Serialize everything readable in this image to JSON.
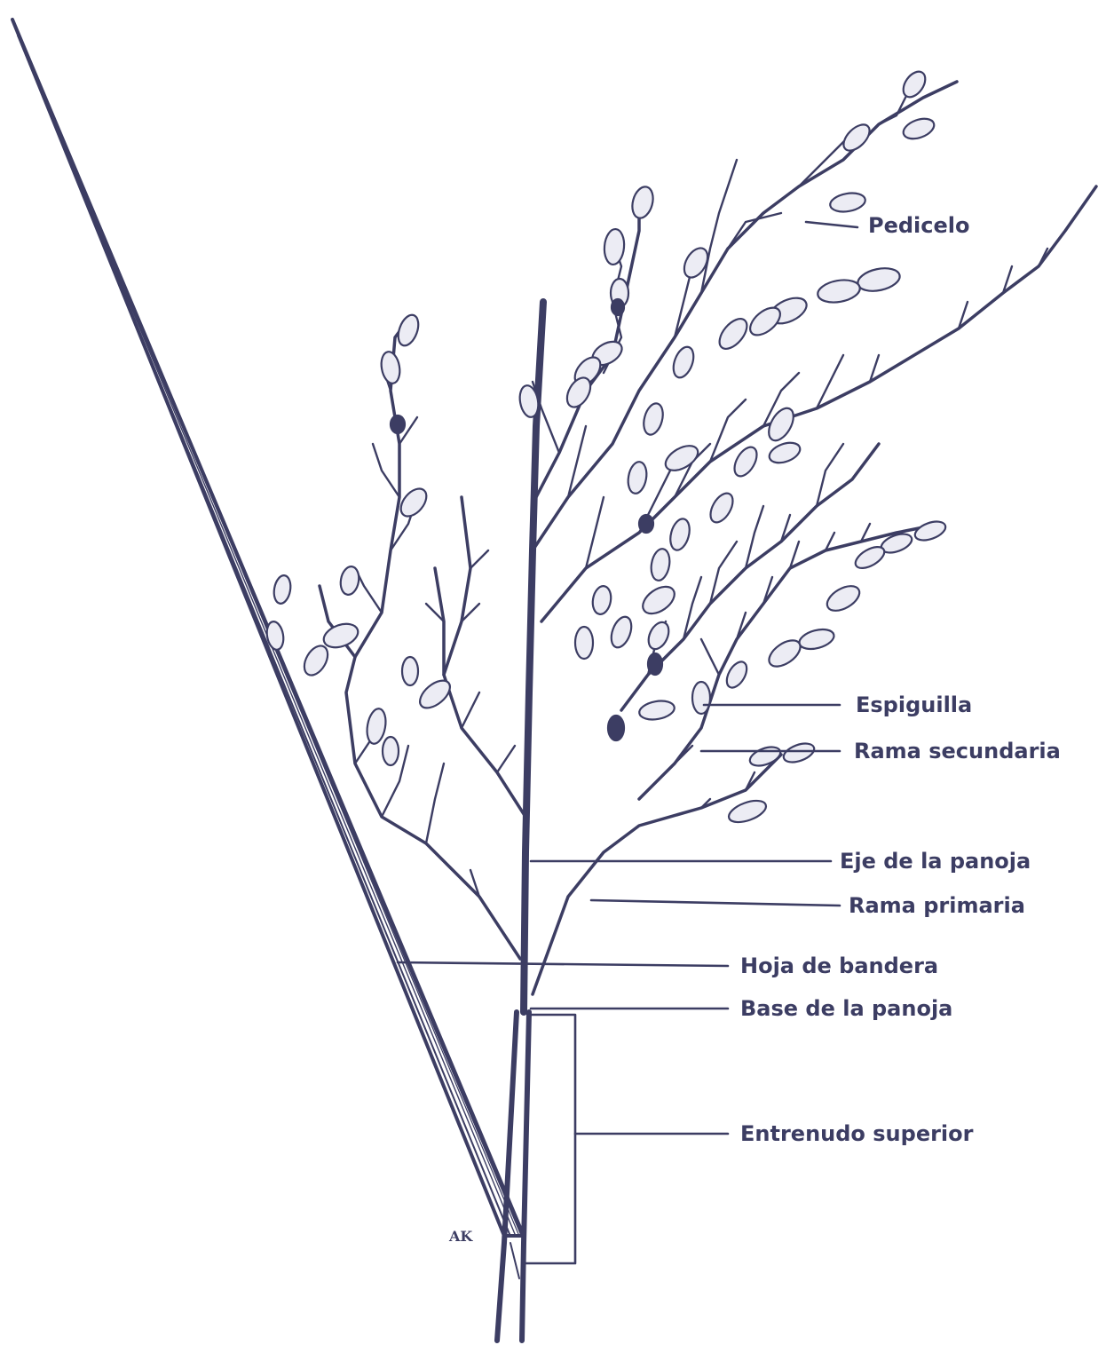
{
  "labels": {
    "pedicelo": "Pedicelo",
    "espiguilla": "Espiguilla",
    "rama_secundaria": "Rama secundaria",
    "eje_panoja": "Eje de la panoja",
    "rama_primaria": "Rama primaria",
    "hoja_bandera": "Hoja de bandera",
    "base_panoja": "Base de la panoja",
    "entrenudo_superior": "Entrenudo superior"
  },
  "signature": "AK",
  "colors": {
    "ink": "#3c3d63",
    "background": "#ffffff",
    "spikelet_fill": "#ececf4"
  }
}
